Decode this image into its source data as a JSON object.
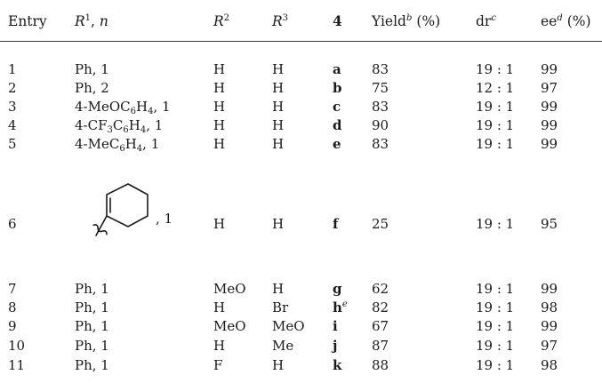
{
  "header": {
    "entry": "Entry",
    "r1": "R",
    "r1_sup": "1",
    "r1_n": ", ",
    "n": "n",
    "r2": "R",
    "r2_sup": "2",
    "r3": "R",
    "r3_sup": "3",
    "compound": "4",
    "yield": "Yield",
    "yield_sup": "b",
    "yield_unit": " (%)",
    "dr": "dr",
    "dr_sup": "c",
    "ee": "ee",
    "ee_sup": "d",
    "ee_unit": " (%)"
  },
  "rows": [
    {
      "entry": "1",
      "r1": "Ph, 1",
      "r2": "H",
      "r3": "H",
      "compound": "a",
      "yield": "83",
      "dr": "19 : 1",
      "ee": "99"
    },
    {
      "entry": "2",
      "r1": "Ph, 2",
      "r2": "H",
      "r3": "H",
      "compound": "b",
      "yield": "75",
      "dr": "12 : 1",
      "ee": "97"
    },
    {
      "entry": "3",
      "r1_pre": "4-MeOC",
      "r1_sub1": "6",
      "r1_mid": "H",
      "r1_sub2": "4",
      "r1_post": ", 1",
      "r2": "H",
      "r3": "H",
      "compound": "c",
      "yield": "83",
      "dr": "19 : 1",
      "ee": "99"
    },
    {
      "entry": "4",
      "r1_pre": "4-CF",
      "r1_sub0": "3",
      "r1_c": "C",
      "r1_sub1": "6",
      "r1_mid": "H",
      "r1_sub2": "4",
      "r1_post": ", 1",
      "r2": "H",
      "r3": "H",
      "compound": "d",
      "yield": "90",
      "dr": "19 : 1",
      "ee": "99"
    },
    {
      "entry": "5",
      "r1_pre": "4-MeC",
      "r1_sub1": "6",
      "r1_mid": "H",
      "r1_sub2": "4",
      "r1_post": ", 1",
      "r2": "H",
      "r3": "H",
      "compound": "e",
      "yield": "83",
      "dr": "19 : 1",
      "ee": "99"
    },
    {
      "entry": "6",
      "r1_post": ", 1",
      "r2": "H",
      "r3": "H",
      "compound": "f",
      "yield": "25",
      "dr": "19 : 1",
      "ee": "95"
    },
    {
      "entry": "7",
      "r1": "Ph, 1",
      "r2": "MeO",
      "r3": "H",
      "compound": "g",
      "yield": "62",
      "dr": "19 : 1",
      "ee": "99"
    },
    {
      "entry": "8",
      "r1": "Ph, 1",
      "r2": "H",
      "r3": "Br",
      "compound": "h",
      "compound_sup": "e",
      "yield": "82",
      "dr": "19 : 1",
      "ee": "98"
    },
    {
      "entry": "9",
      "r1": "Ph, 1",
      "r2": "MeO",
      "r3": "MeO",
      "compound": "i",
      "yield": "67",
      "dr": "19 : 1",
      "ee": "99"
    },
    {
      "entry": "10",
      "r1": "Ph, 1",
      "r2": "H",
      "r3": "Me",
      "compound": "j",
      "yield": "87",
      "dr": "19 : 1",
      "ee": "97"
    },
    {
      "entry": "11",
      "r1": "Ph, 1",
      "r2": "F",
      "r3": "H",
      "compound": "k",
      "yield": "88",
      "dr": "19 : 1",
      "ee": "98"
    }
  ]
}
